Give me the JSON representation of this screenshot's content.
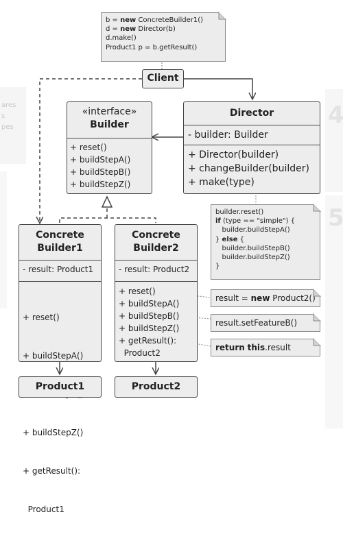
{
  "client": {
    "label": "Client"
  },
  "client_note": [
    "b = ",
    "new",
    " ConcreteBuilder1()",
    "d = ",
    "new",
    " Director(b)",
    "d.make()",
    "Product1 p = b.getResult()"
  ],
  "builder": {
    "stereotype": "«interface»",
    "name": "Builder",
    "methods": [
      "+ reset()",
      "+ buildStepA()",
      "+ buildStepB()",
      "+ buildStepZ()"
    ]
  },
  "director": {
    "name": "Director",
    "field": "- builder: Builder",
    "methods": [
      "+ Director(builder)",
      "+ changeBuilder(builder)",
      "+ make(type)"
    ]
  },
  "director_note": {
    "line1": "builder.reset()",
    "if_kw": "if",
    "if_rest": " (type == \"simple\") {",
    "line3": "builder.buildStepA()",
    "else_pre": "} ",
    "else_kw": "else",
    "else_post": " {",
    "line5": "builder.buildStepB()",
    "line6": "builder.buildStepZ()",
    "line7": "}"
  },
  "builder1": {
    "name1": "Concrete",
    "name2": "Builder1",
    "field": "- result: Product1",
    "methods": [
      "+ reset()",
      "+ buildStepA()",
      "+ buildStepB()",
      "+ buildStepZ()",
      "+ getResult():",
      "  Product1"
    ]
  },
  "builder2": {
    "name1": "Concrete",
    "name2": "Builder2",
    "field": "- result: Product2",
    "methods": [
      "+ reset()",
      "+ buildStepA()",
      "+ buildStepB()",
      "+ buildStepZ()",
      "+ getResult():",
      "  Product2"
    ]
  },
  "notes": {
    "reset_pre": "result = ",
    "reset_kw": "new",
    "reset_post": " Product2()",
    "stepb": "result.setFeatureB()",
    "get_kw1": "return",
    "get_kw2": "this",
    "get_post": ".result"
  },
  "product1": {
    "label": "Product1"
  },
  "product2": {
    "label": "Product2"
  },
  "background": {
    "numbers": [
      "4",
      "5"
    ],
    "fragments": [
      "ares",
      "s",
      "pes"
    ]
  },
  "colors": {
    "box_fill": "#ededed",
    "note_fill": "#ececec",
    "line": "#444444"
  }
}
